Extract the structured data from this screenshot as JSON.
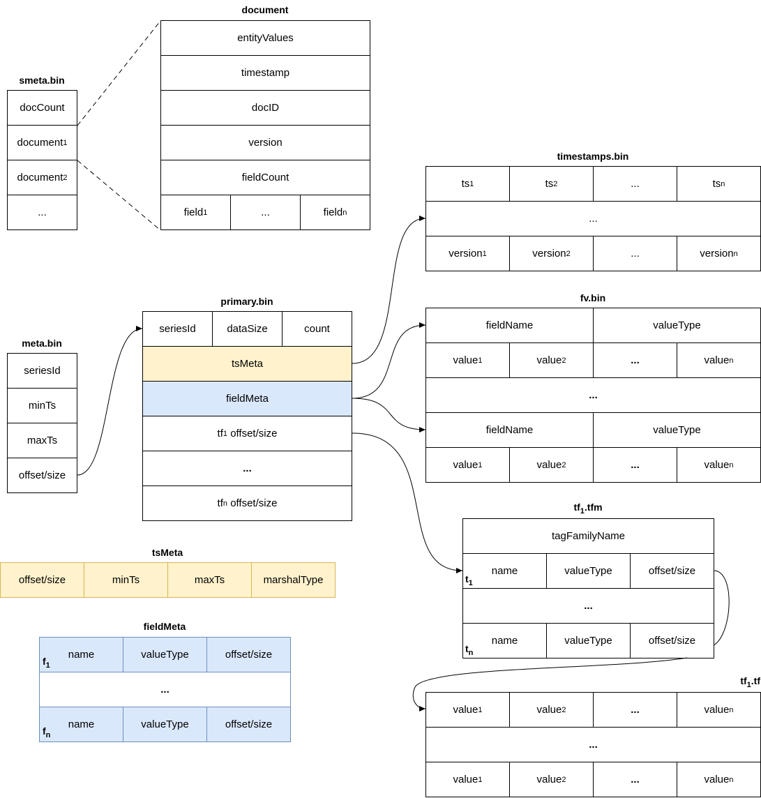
{
  "titles": {
    "document": "document",
    "smeta": "smeta.bin",
    "timestamps": "timestamps.bin",
    "primary": "primary.bin",
    "fv": "fv.bin",
    "meta": "meta.bin",
    "tfm_base": "tf",
    "tfm_sub": "1",
    "tfm_ext": ".tfm",
    "tsMeta": "tsMeta",
    "fieldMeta": "fieldMeta",
    "tf_base": "tf",
    "tf_sub": "1",
    "tf_ext": ".tf"
  },
  "document": {
    "rows": [
      "entityValues",
      "timestamp",
      "docID",
      "version",
      "fieldCount"
    ],
    "field": "field",
    "sub1": "1",
    "subn": "n",
    "ellipsis": "..."
  },
  "smeta": {
    "docCount": "docCount",
    "document": "document",
    "sub1": "1",
    "sub2": "2",
    "ellipsis": "..."
  },
  "timestamps": {
    "ts": "ts",
    "version": "version",
    "sub1": "1",
    "sub2": "2",
    "subn": "n",
    "ellipsis": "..."
  },
  "primary": {
    "seriesId": "seriesId",
    "dataSize": "dataSize",
    "count": "count",
    "tsMeta": "tsMeta",
    "fieldMeta": "fieldMeta",
    "tf": "tf",
    "sub1": "1",
    "subn": "n",
    "offsetSize": "offset/size",
    "ellipsis": "..."
  },
  "fv": {
    "fieldName": "fieldName",
    "valueType": "valueType",
    "value": "value",
    "sub1": "1",
    "sub2": "2",
    "subn": "n",
    "ellipsis": "..."
  },
  "meta": {
    "rows": [
      "seriesId",
      "minTs",
      "maxTs",
      "offset/size"
    ]
  },
  "tfm": {
    "tagFamilyName": "tagFamilyName",
    "name": "name",
    "valueType": "valueType",
    "offsetSize": "offset/size",
    "t": "t",
    "sub1": "1",
    "subn": "n",
    "ellipsis": "..."
  },
  "tsMetaTable": {
    "cols": [
      "offset/size",
      "minTs",
      "maxTs",
      "marshalType"
    ]
  },
  "fieldMetaTable": {
    "name": "name",
    "valueType": "valueType",
    "offsetSize": "offset/size",
    "f": "f",
    "sub1": "1",
    "subn": "n",
    "ellipsis": "..."
  },
  "tf": {
    "value": "value",
    "sub1": "1",
    "sub2": "2",
    "subn": "n",
    "ellipsis": "..."
  }
}
